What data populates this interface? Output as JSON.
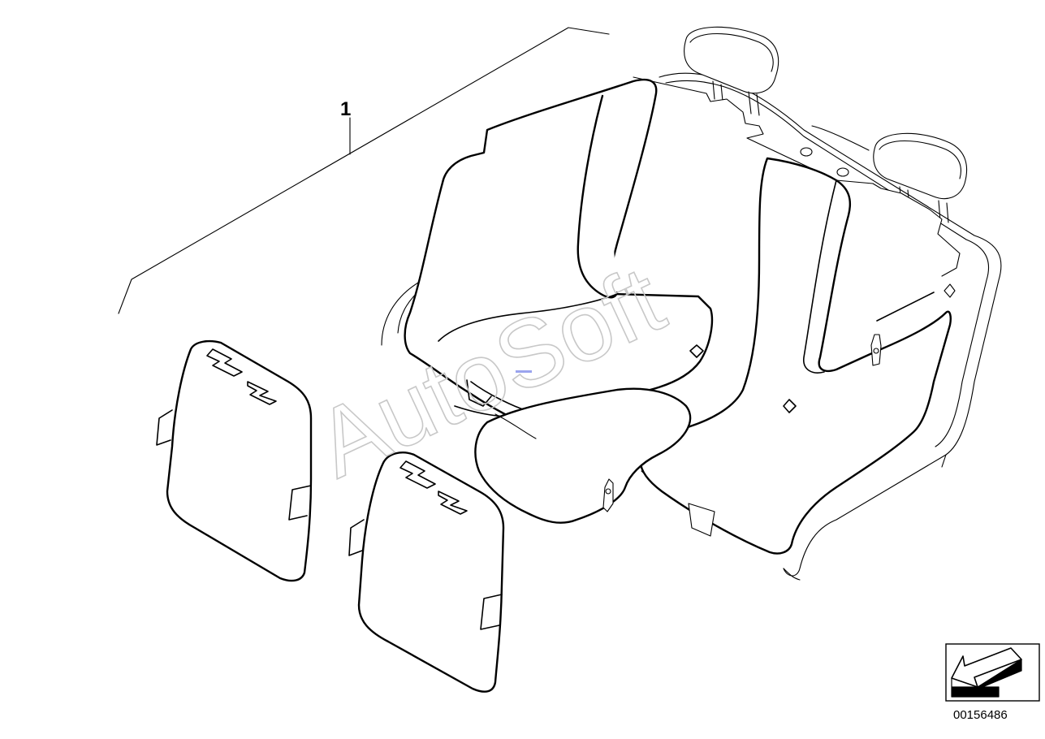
{
  "diagram": {
    "part_label": "1",
    "watermark": "AutoSoft",
    "reference_number": "00156486",
    "icon": "view-direction-arrow-icon",
    "colors": {
      "line": "#000000",
      "background": "#ffffff",
      "watermark": "#c8c8c8"
    }
  }
}
